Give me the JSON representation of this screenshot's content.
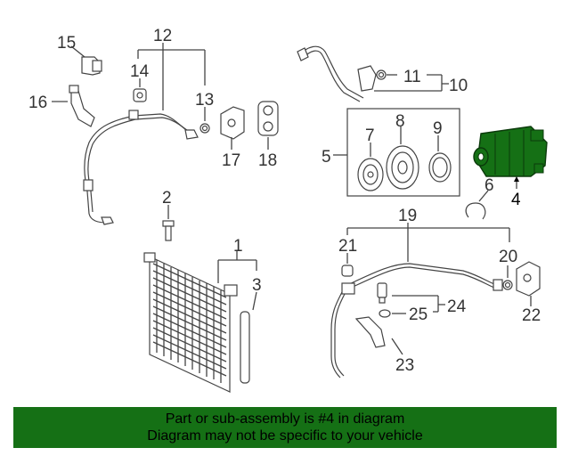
{
  "callouts": {
    "c1": "1",
    "c2": "2",
    "c3": "3",
    "c4": "4",
    "c5": "5",
    "c6": "6",
    "c7": "7",
    "c8": "8",
    "c9": "9",
    "c10": "10",
    "c11": "11",
    "c12": "12",
    "c13": "13",
    "c14": "14",
    "c15": "15",
    "c16": "16",
    "c17": "17",
    "c18": "18",
    "c19": "19",
    "c20": "20",
    "c21": "21",
    "c22": "22",
    "c23": "23",
    "c24": "24",
    "c25": "25"
  },
  "highlight_color": "#157015",
  "footer": {
    "line1": "Part or sub-assembly is #4 in diagram",
    "line2": "Diagram may not be specific to your vehicle"
  }
}
